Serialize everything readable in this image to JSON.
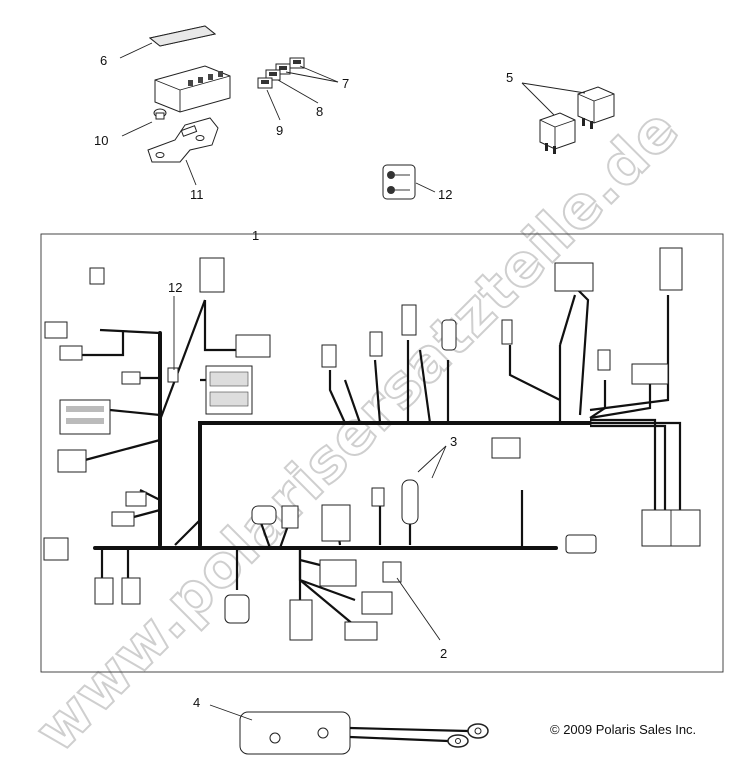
{
  "watermark": "www.polarisersatzteile.de",
  "copyright": "© 2009 Polaris Sales Inc.",
  "callouts": {
    "c1": "1",
    "c2": "2",
    "c3": "3",
    "c4": "4",
    "c5": "5",
    "c6": "6",
    "c7": "7",
    "c8": "8",
    "c9": "9",
    "c10": "10",
    "c11": "11",
    "c12a": "12",
    "c12b": "12"
  }
}
